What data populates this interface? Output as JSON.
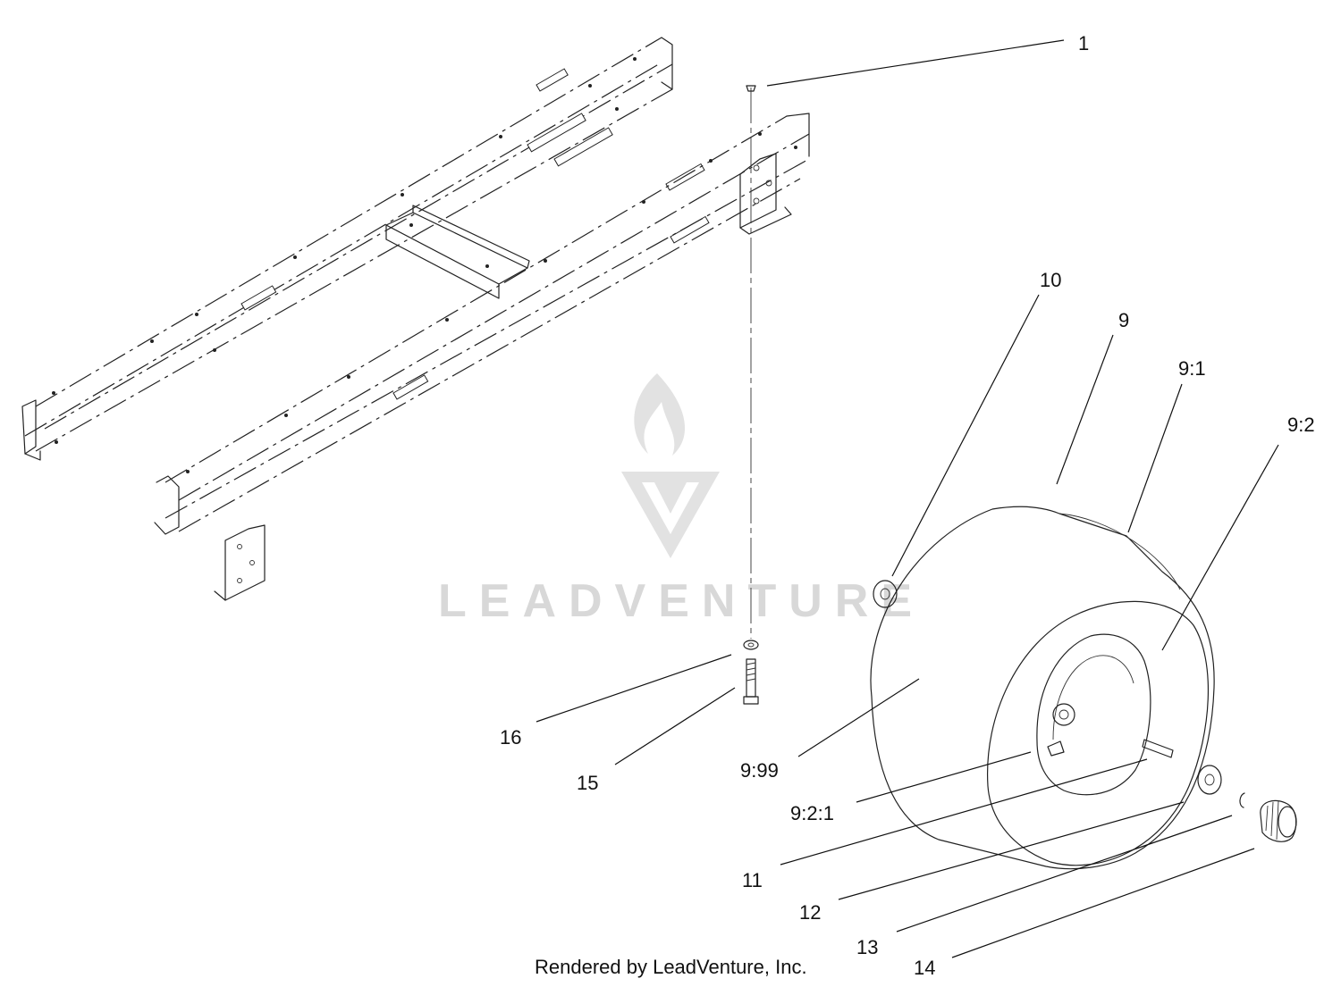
{
  "diagram": {
    "callouts": [
      {
        "id": "1",
        "text": "1"
      },
      {
        "id": "9",
        "text": "9"
      },
      {
        "id": "9-1",
        "text": "9:1"
      },
      {
        "id": "9-2",
        "text": "9:2"
      },
      {
        "id": "9-2-1",
        "text": "9:2:1"
      },
      {
        "id": "9-99",
        "text": "9:99"
      },
      {
        "id": "10",
        "text": "10"
      },
      {
        "id": "11",
        "text": "11"
      },
      {
        "id": "12",
        "text": "12"
      },
      {
        "id": "13",
        "text": "13"
      },
      {
        "id": "14",
        "text": "14"
      },
      {
        "id": "15",
        "text": "15"
      },
      {
        "id": "16",
        "text": "16"
      }
    ],
    "footer_text": "Rendered by LeadVenture, Inc.",
    "watermark": {
      "text": "LEADVENTURE",
      "icon": "leadventure-logo-icon",
      "color": "#d8d8d8"
    },
    "line_color": "#222222"
  }
}
